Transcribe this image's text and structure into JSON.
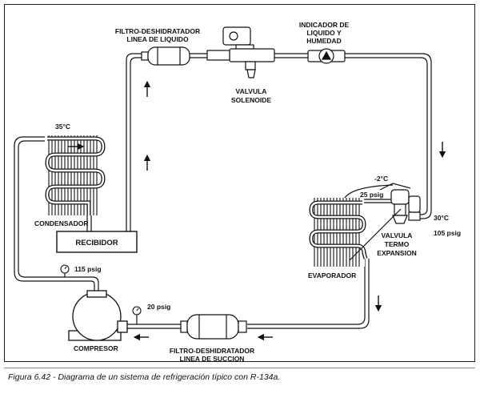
{
  "labels": {
    "filter_liquid_1": "FILTRO-DESHIDRATADOR",
    "filter_liquid_2": "LINEA DE LIQUIDO",
    "indicator_1": "INDICADOR DE",
    "indicator_2": "LIQUIDO Y",
    "indicator_3": "HUMEDAD",
    "solenoid_1": "VALVULA",
    "solenoid_2": "SOLENOIDE",
    "condenser_temp": "35°C",
    "condenser": "CONDENSADOR",
    "receiver": "RECIBIDOR",
    "discharge_pressure": "115 psig",
    "compressor": "COMPRESOR",
    "suction_pressure": "20 psig",
    "filter_suction_1": "FILTRO-DESHIDRATADOR",
    "filter_suction_2": "LINEA DE SUCCION",
    "evaporator": "EVAPORADOR",
    "evap_temp": "-2°C",
    "evap_pressure": "25 psig",
    "txv_1": "VALVULA",
    "txv_2": "TERMO",
    "txv_3": "EXPANSION",
    "liquid_temp": "30°C",
    "liquid_pressure": "105 psig"
  },
  "caption": "Figura 6.42 - Diagrama de un sistema de refrigeración típico con R-134a.",
  "colors": {
    "line": "#111111",
    "background": "#ffffff"
  }
}
